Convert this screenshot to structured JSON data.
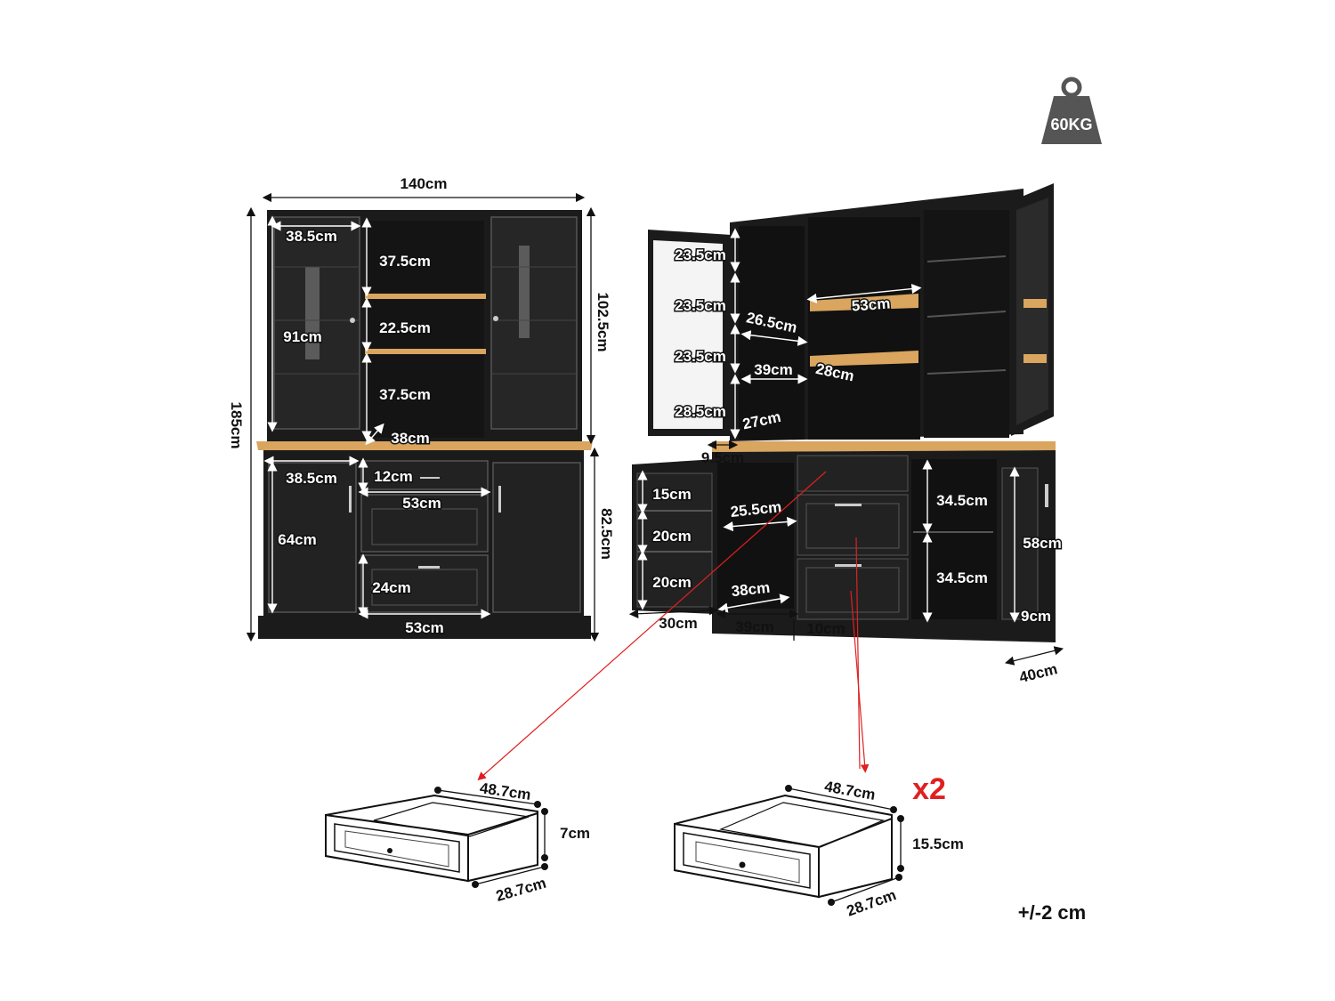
{
  "weight_badge": {
    "text": "60KG",
    "color": "#555555"
  },
  "tolerance": "+/-2 cm",
  "multiplier": {
    "text": "x2",
    "color": "#e02020"
  },
  "colors": {
    "cabinet": "#1b1b1b",
    "wood": "#d9a55f",
    "shelf_line": "#3a3a3a"
  },
  "front_view": {
    "overall_width": "140cm",
    "overall_height": "185cm",
    "hutch_height": "102.5cm",
    "base_height": "82.5cm",
    "left_door_width": "38.5cm",
    "door_height": "91cm",
    "middle_shelf_top": "37.5cm",
    "middle_shelf_mid": "22.5cm",
    "middle_shelf_bottom": "37.5cm",
    "counter_depth_gap": "38cm",
    "base_door_width": "38.5cm",
    "base_door_height": "64cm",
    "top_drawer_height": "12cm",
    "drawer_width_top": "53cm",
    "bottom_drawer_height": "24cm",
    "drawer_width_bottom": "53cm"
  },
  "perspective_view": {
    "hutch_shelves": [
      "23.5cm",
      "23.5cm",
      "23.5cm",
      "28.5cm"
    ],
    "shelf_depth": "26.5cm",
    "shelf_width_inner": "39cm",
    "shelf_depth_2": "27cm",
    "center_width": "53cm",
    "center_depth": "28cm",
    "counter_gap": "9.5cm",
    "door_shelves": [
      "15cm",
      "20cm",
      "20cm"
    ],
    "base_inner_depth": "25.5cm",
    "base_inner_depth_2": "38cm",
    "door_depth": "30cm",
    "base_inner_width": "39cm",
    "drawer_gap": "10cm",
    "right_shelves": [
      "34.5cm",
      "34.5cm"
    ],
    "right_door_height": "58cm",
    "right_door_depth": "9cm",
    "overall_depth": "40cm"
  },
  "drawer_small": {
    "width": "48.7cm",
    "height": "7cm",
    "depth": "28.7cm"
  },
  "drawer_large": {
    "width": "48.7cm",
    "height": "15.5cm",
    "depth": "28.7cm"
  }
}
